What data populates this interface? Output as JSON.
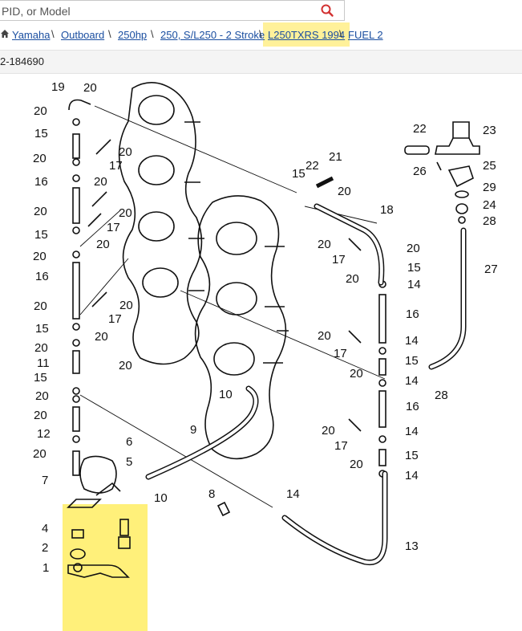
{
  "search": {
    "placeholder": "PID, or Model"
  },
  "breadcrumb": {
    "items": [
      "Yamaha",
      "Outboard",
      "250hp",
      "250, S/L250 - 2 Stroke",
      "L250TXRS 1994",
      "FUEL 2"
    ],
    "separator": "\\"
  },
  "part_id": "2-184690",
  "colors": {
    "link": "#1a4ea0",
    "highlight": "#fff19a",
    "search_icon": "#d23030"
  },
  "diagram": {
    "callouts": [
      "19",
      "20",
      "20",
      "15",
      "20",
      "16",
      "20",
      "20",
      "15",
      "20",
      "16",
      "20",
      "15",
      "20",
      "11",
      "20",
      "15",
      "20",
      "12",
      "20",
      "7",
      "4",
      "2",
      "1",
      "20",
      "17",
      "20",
      "20",
      "17",
      "20",
      "20",
      "17",
      "20",
      "6",
      "5",
      "10",
      "10",
      "9",
      "8",
      "14",
      "22",
      "21",
      "15",
      "20",
      "20",
      "18",
      "20",
      "17",
      "20",
      "15",
      "14",
      "16",
      "20",
      "17",
      "14",
      "15",
      "20",
      "14",
      "16",
      "20",
      "17",
      "14",
      "15",
      "20",
      "14",
      "13",
      "22",
      "23",
      "26",
      "25",
      "29",
      "24",
      "28",
      "27",
      "28"
    ]
  }
}
